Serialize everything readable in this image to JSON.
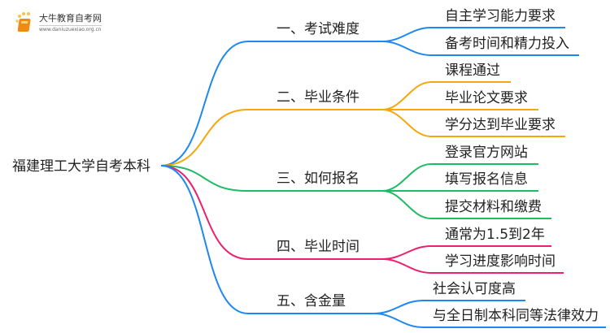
{
  "logo": {
    "title": "大牛教育自考网",
    "url": "www.daniuzuexiao.org.cn"
  },
  "root": {
    "label": "福建理工大学自考本科"
  },
  "branches": [
    {
      "label": "一、考试难度",
      "color": "#1e88f0",
      "leaves": [
        "自主学习能力要求",
        "备考时间和精力投入"
      ]
    },
    {
      "label": "二、毕业条件",
      "color": "#f5a70e",
      "leaves": [
        "课程通过",
        "毕业论文要求",
        "学分达到毕业要求"
      ]
    },
    {
      "label": "三、如何报名",
      "color": "#1dbb63",
      "leaves": [
        "登录官方网站",
        "填写报名信息",
        "提交材料和缴费"
      ]
    },
    {
      "label": "四、毕业时间",
      "color": "#f01e6e",
      "leaves": [
        "通常为1.5到2年",
        "学习进度影响时间"
      ]
    },
    {
      "label": "五、含金量",
      "color": "#1e88f0",
      "leaves": [
        "社会认可度高",
        "与全日制本科同等法律效力"
      ]
    }
  ]
}
